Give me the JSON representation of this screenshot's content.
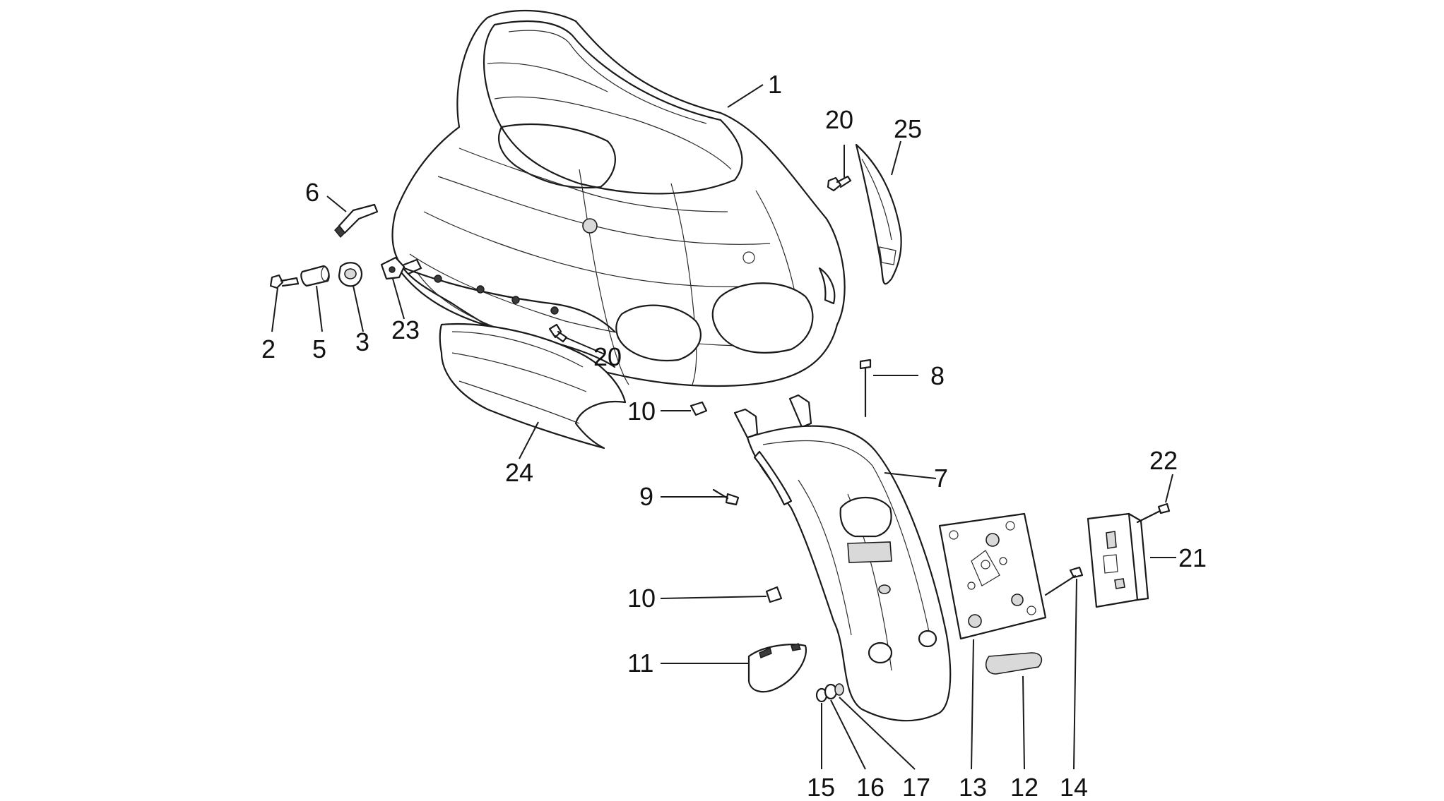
{
  "callouts": {
    "c1": "1",
    "c2": "2",
    "c3": "3",
    "c5": "5",
    "c6": "6",
    "c7": "7",
    "c8": "8",
    "c9": "9",
    "c10a": "10",
    "c10b": "10",
    "c11": "11",
    "c12": "12",
    "c13": "13",
    "c14": "14",
    "c15": "15",
    "c16": "16",
    "c17": "17",
    "c20a": "20",
    "c20b": "20",
    "c21": "21",
    "c22": "22",
    "c23": "23",
    "c24": "24",
    "c25": "25"
  },
  "colors": {
    "line": "#1a1a1a",
    "background": "#ffffff"
  }
}
